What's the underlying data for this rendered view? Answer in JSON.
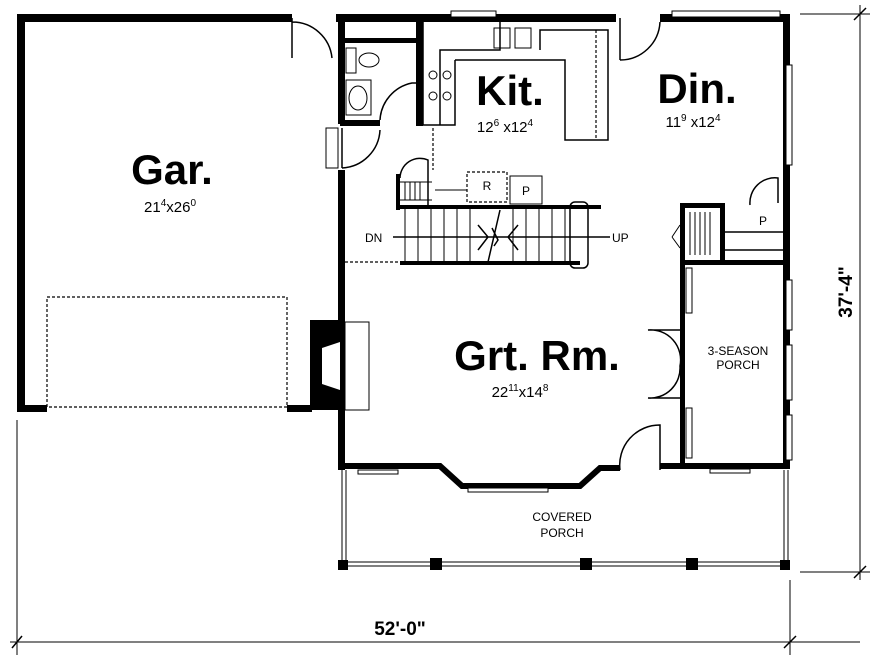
{
  "rooms": {
    "garage": {
      "name": "Gar.",
      "w": "21",
      "w_in": "4",
      "x": "x",
      "l": "26",
      "l_in": "0"
    },
    "kitchen": {
      "name": "Kit.",
      "w": "12",
      "w_in": "6",
      "x": " x",
      "l": "12",
      "l_in": "4"
    },
    "dining": {
      "name": "Din.",
      "w": "11",
      "w_in": "9",
      "x": " x",
      "l": "12",
      "l_in": "4"
    },
    "great_room": {
      "name": "Grt. Rm.",
      "w": "22",
      "w_in": "11",
      "x": "x",
      "l": "14",
      "l_in": "8"
    },
    "three_season_porch": {
      "line1": "3-SEASON",
      "line2": "PORCH"
    },
    "covered_porch": {
      "line1": "COVERED",
      "line2": "PORCH"
    }
  },
  "labels": {
    "stairs_down": "DN",
    "stairs_up": "UP",
    "refrigerator": "R",
    "pantry_kitchen": "P",
    "pantry_dining": "P"
  },
  "dimensions": {
    "width": "52'-0\"",
    "depth": "37'-4\""
  }
}
